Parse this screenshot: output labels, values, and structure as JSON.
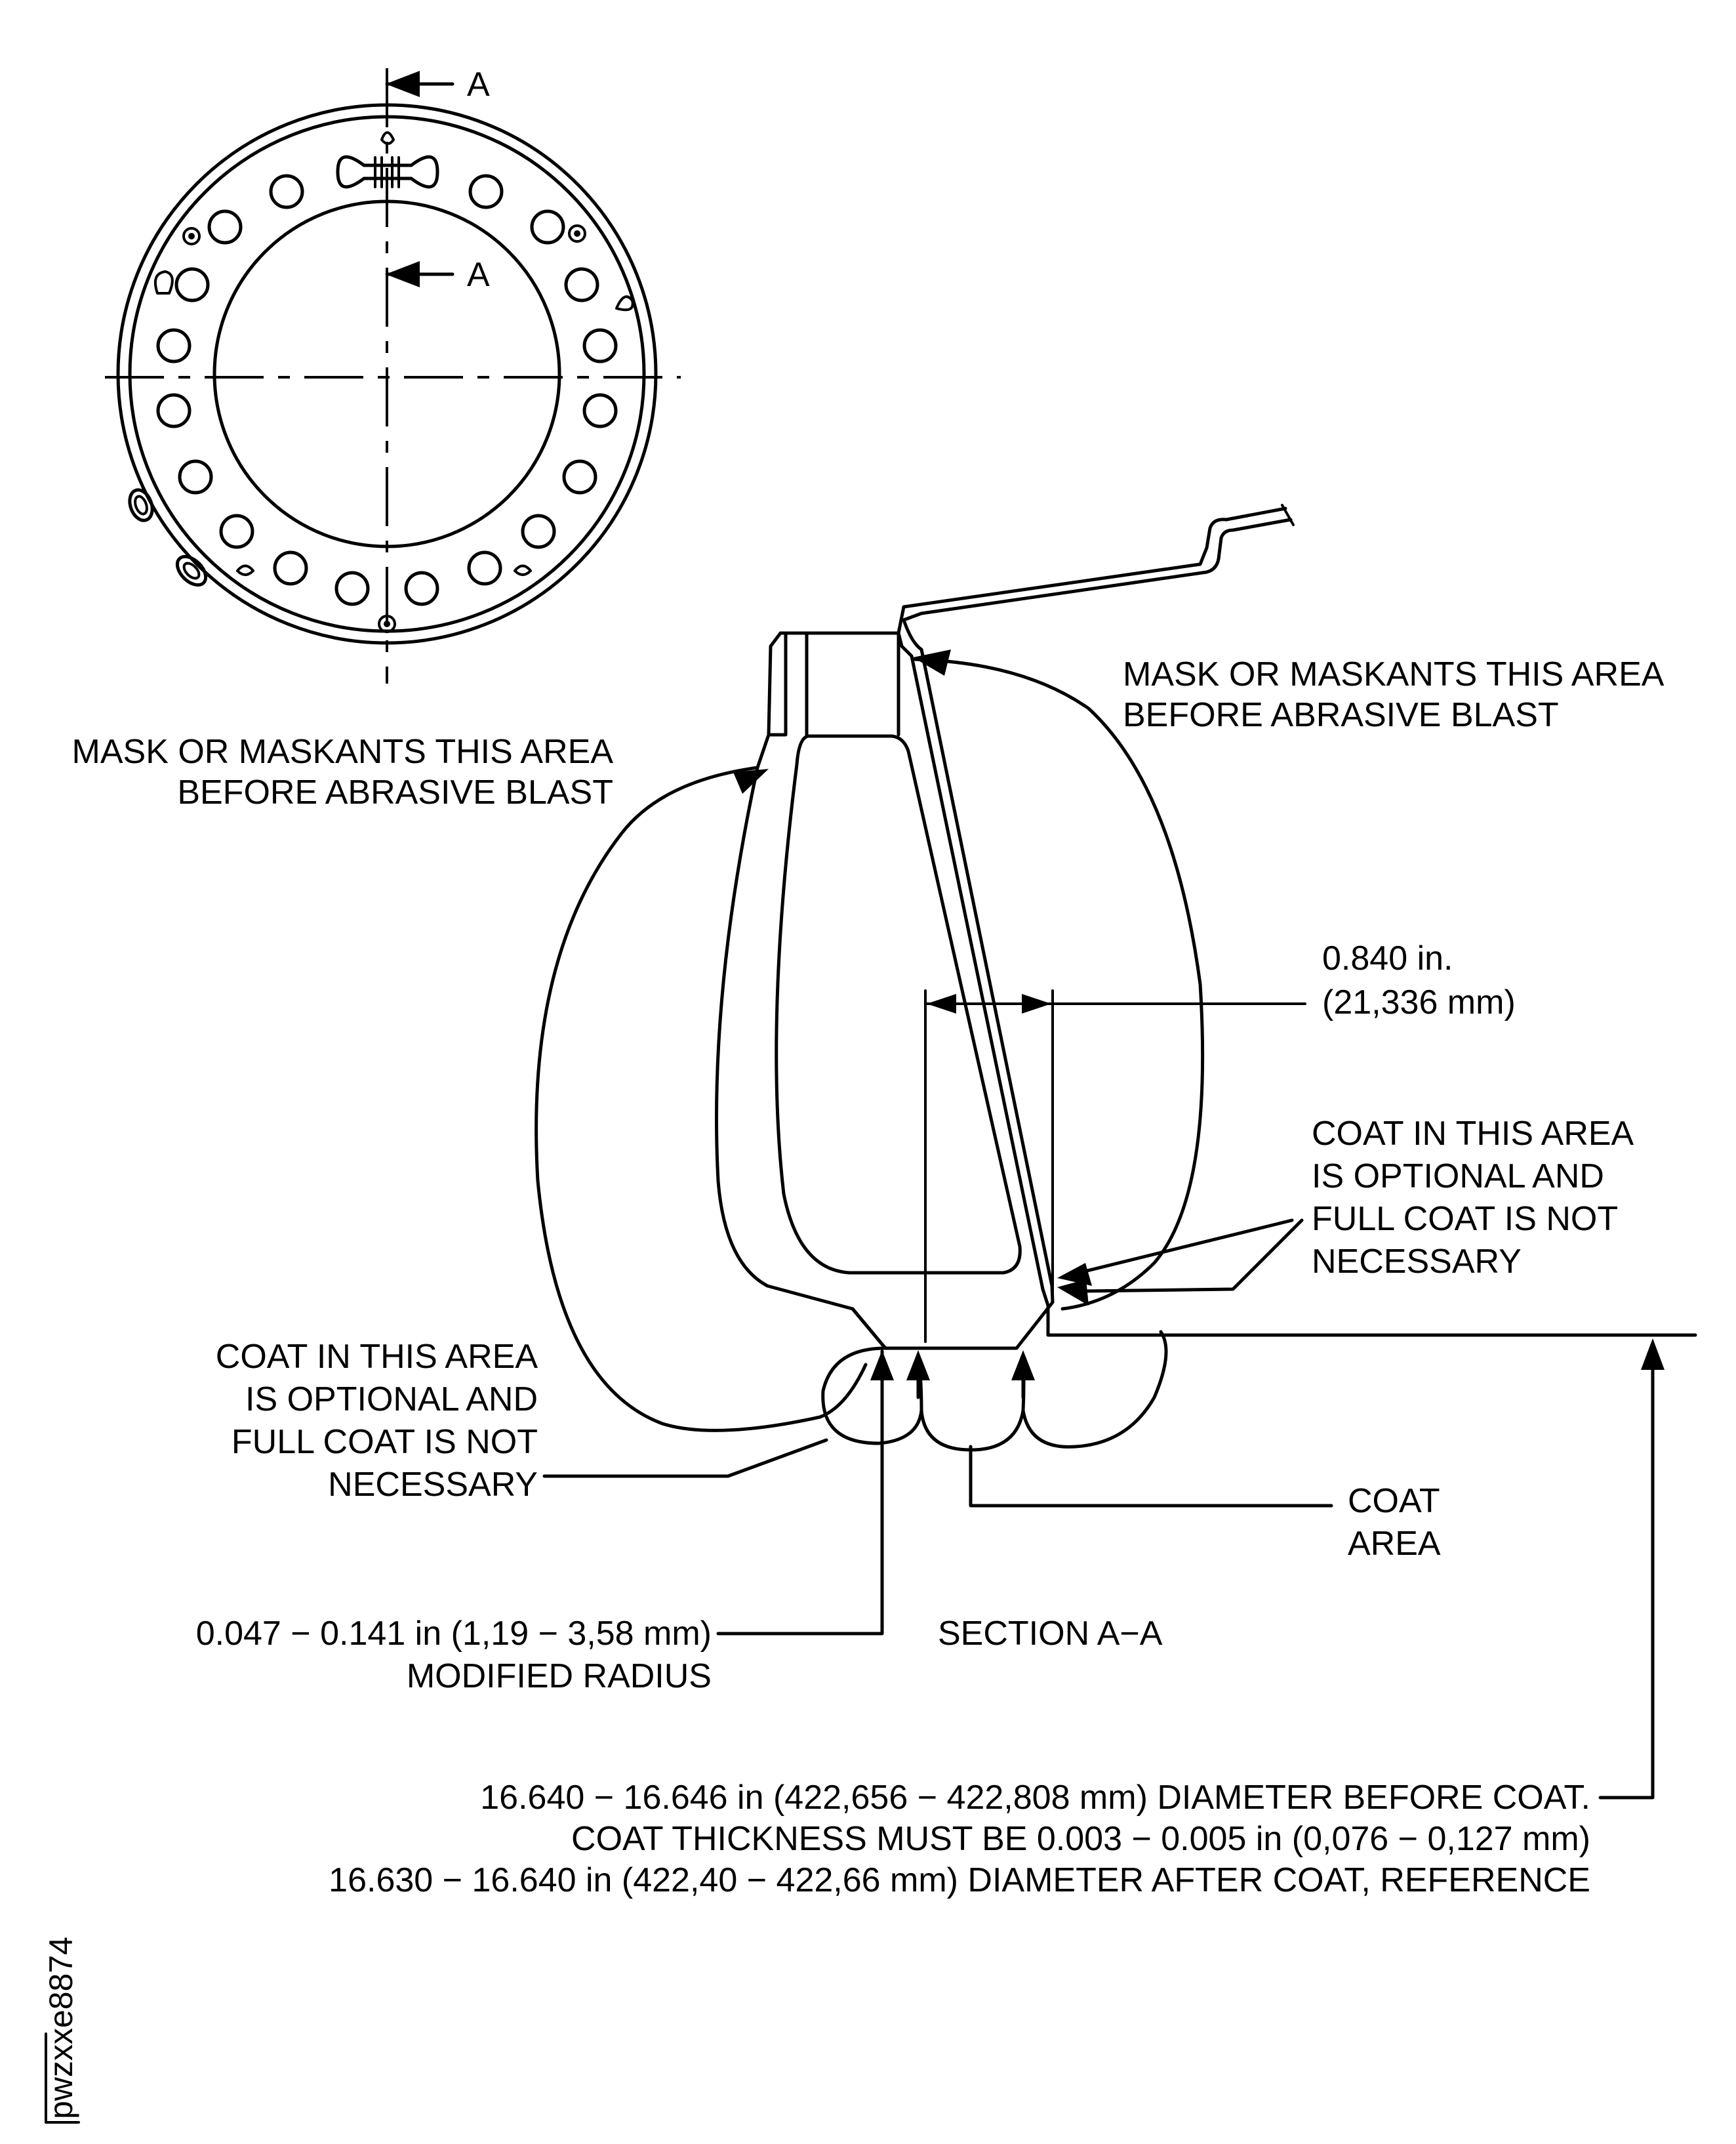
{
  "section_arrows": {
    "upper": "A",
    "lower": "A"
  },
  "labels": {
    "mask_left": [
      "MASK OR MASKANTS THIS AREA",
      "BEFORE ABRASIVE BLAST"
    ],
    "mask_right": [
      "MASK OR MASKANTS THIS AREA",
      "BEFORE ABRASIVE BLAST"
    ],
    "dimension_width": [
      "0.840 in.",
      "(21,336 mm)"
    ],
    "coat_optional_right": [
      "COAT IN THIS AREA",
      "IS OPTIONAL AND",
      "FULL COAT IS NOT",
      "NECESSARY"
    ],
    "coat_optional_left": [
      "COAT IN THIS AREA",
      "IS OPTIONAL AND",
      "FULL COAT IS NOT",
      "NECESSARY"
    ],
    "coat_area": [
      "COAT",
      "AREA"
    ],
    "modified_radius": [
      "0.047 − 0.141 in (1,19 − 3,58 mm)",
      "MODIFIED RADIUS"
    ],
    "section_title": "SECTION A−A",
    "diameter_note": [
      "16.640 − 16.646 in (422,656 − 422,808 mm) DIAMETER BEFORE COAT.",
      "COAT THICKNESS MUST BE 0.003 − 0.005 in (0,076 − 0,127 mm)",
      "16.630 − 16.640 in (422,40 − 422,66 mm) DIAMETER AFTER COAT, REFERENCE"
    ],
    "figure_id": "pwzxxe8874"
  }
}
